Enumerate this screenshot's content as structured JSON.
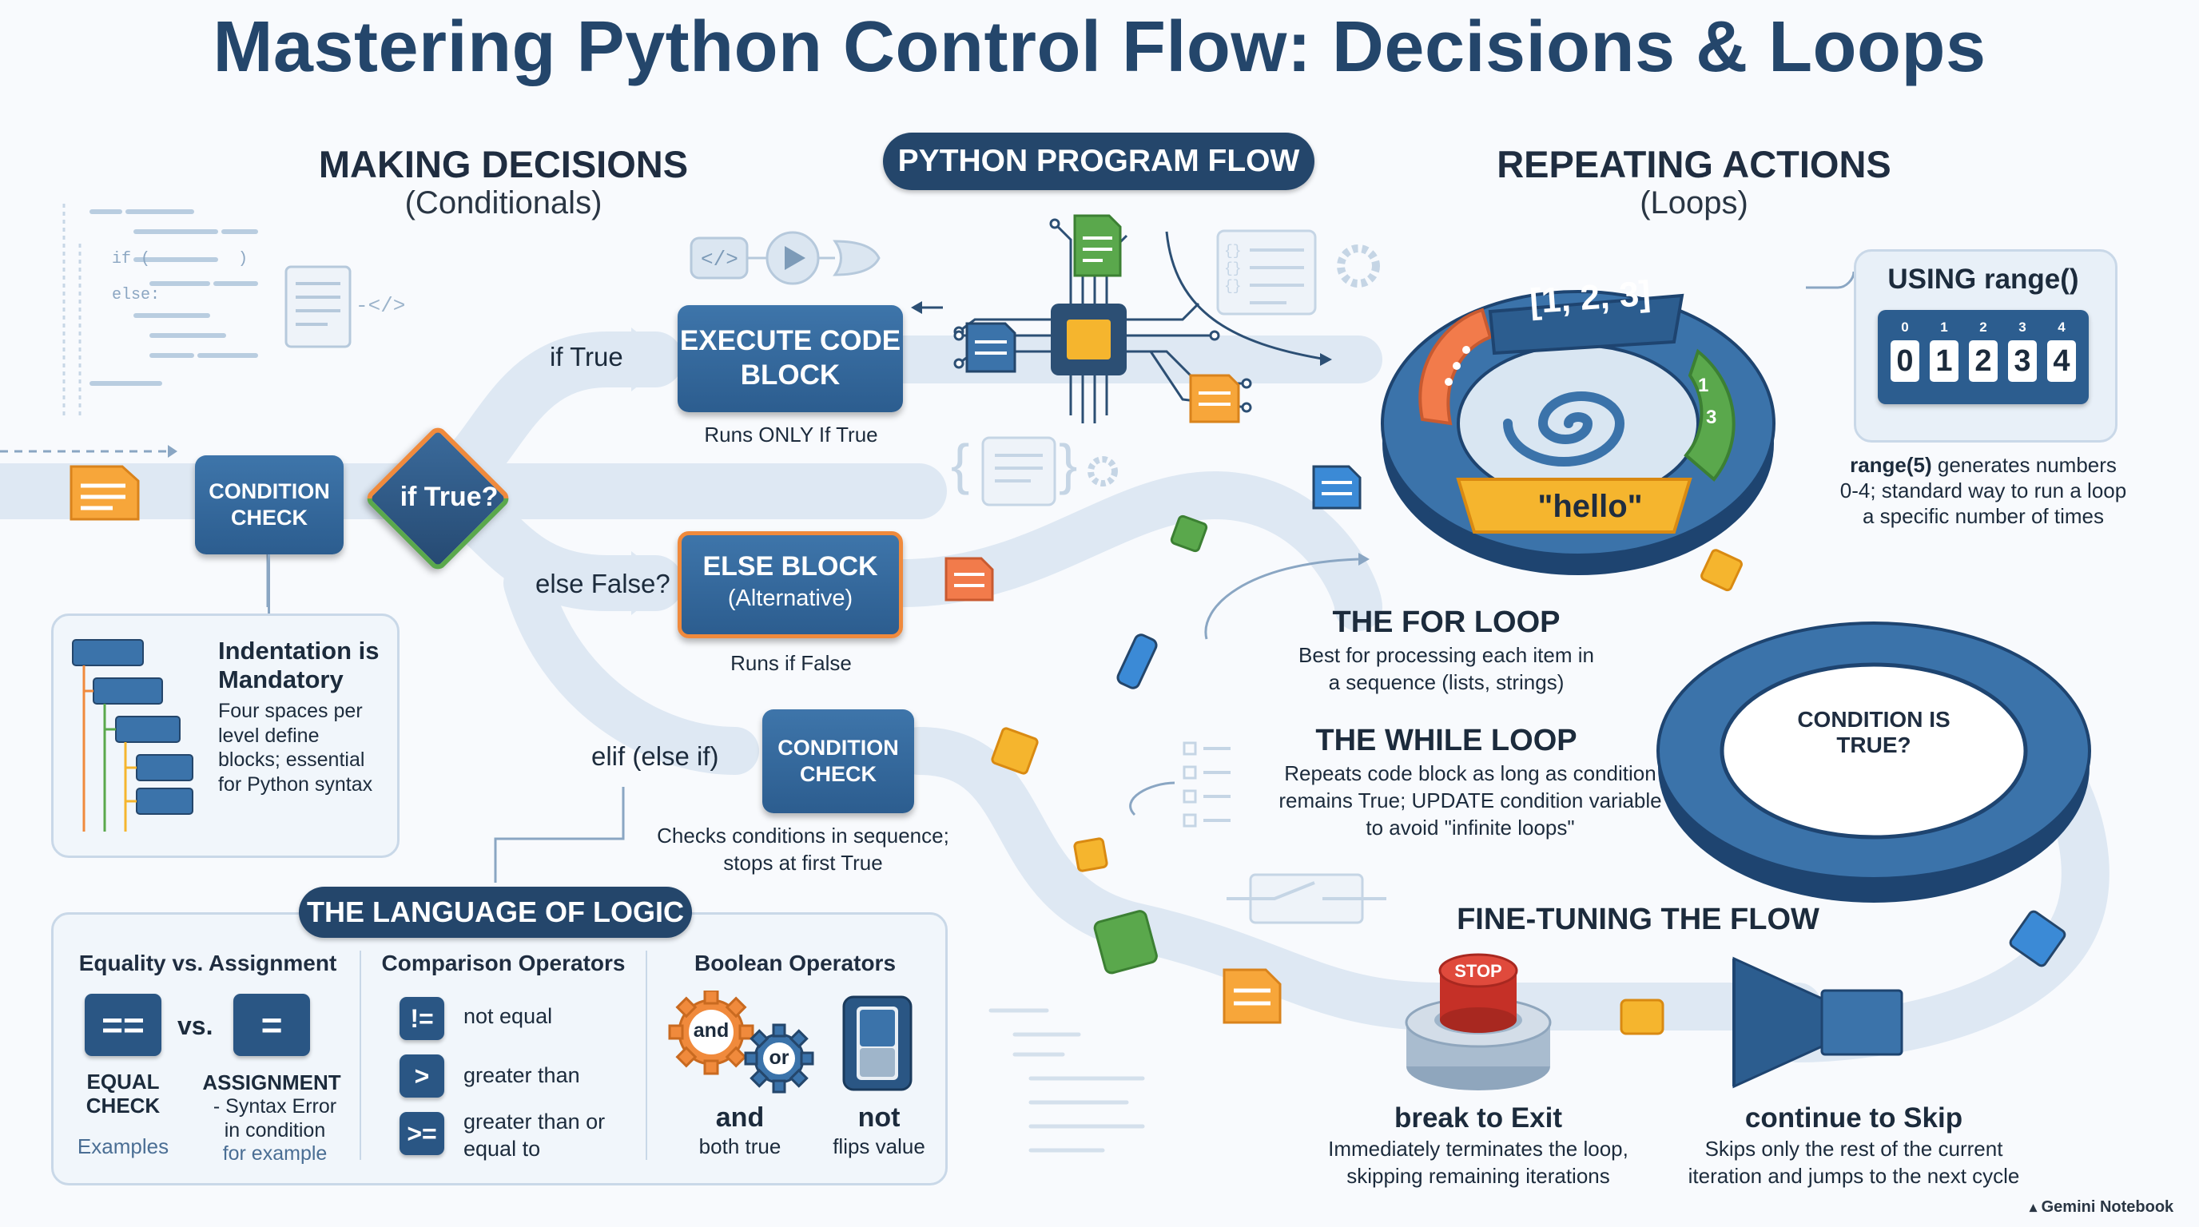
{
  "title": "Mastering Python Control Flow: Decisions & Loops",
  "decisions": {
    "heading": "MAKING DECISIONS",
    "sub": "(Conditionals)"
  },
  "flow_pill": "PYTHON PROGRAM FLOW",
  "repeating": {
    "heading": "REPEATING ACTIONS",
    "sub": "(Loops)"
  },
  "condition_check": "CONDITION CHECK",
  "if_true_diamond": "if True?",
  "if_true_label": "if True",
  "execute_block": {
    "label": "EXECUTE CODE BLOCK",
    "note": "Runs ONLY If True"
  },
  "else_label": "else False?",
  "else_block": {
    "label": "ELSE BLOCK",
    "sub": "(Alternative)",
    "note": "Runs if False"
  },
  "elif_label": "elif (else if)",
  "elif_check": {
    "label": "CONDITION CHECK",
    "note": "Checks conditions in sequence; stops at first True"
  },
  "indentation": {
    "title": "Indentation is Mandatory",
    "body": "Four spaces per level define blocks; essential for Python syntax"
  },
  "code_snippet": {
    "kw_if": "if (",
    "kw_if_close": ")",
    "kw_else": "else:"
  },
  "logic": {
    "pill": "THE LANGUAGE OF LOGIC",
    "equality": {
      "heading": "Equality vs. Assignment",
      "eq_symbol": "==",
      "vs": "vs.",
      "assign_symbol": "=",
      "eq_label": "EQUAL CHECK",
      "assign_label": "ASSIGNMENT",
      "assign_note": "- Syntax Error in condition",
      "examples": "Examples",
      "for_example": "for example"
    },
    "comparison": {
      "heading": "Comparison Operators",
      "items": [
        {
          "symbol": "!=",
          "label": "not equal"
        },
        {
          "symbol": ">",
          "label": "greater than"
        },
        {
          "symbol": ">=",
          "label": "greater than or equal to"
        }
      ]
    },
    "boolean": {
      "heading": "Boolean Operators",
      "gear_and": "and",
      "gear_or": "or",
      "and_label": "and",
      "and_note": "both true",
      "not_label": "not",
      "not_note": "flips value"
    }
  },
  "for_loop": {
    "list_label": "[1, 2, 3]",
    "string_label": "\"hello\"",
    "title": "THE FOR LOOP",
    "body": "Best for processing each item in a sequence (lists, strings)"
  },
  "while_loop": {
    "ring_label": "CONDITION IS TRUE?",
    "title": "THE WHILE LOOP",
    "body": "Repeats code block as long as condition remains True; UPDATE condition variable to avoid \"infinite loops\""
  },
  "range_panel": {
    "title": "USING range()",
    "indices": [
      "0",
      "1",
      "2",
      "3",
      "4"
    ],
    "digits": [
      "0",
      "1",
      "2",
      "3",
      "4"
    ],
    "note_bold": "range(5)",
    "note": "generates numbers 0-4; standard way to run a loop a specific number of times"
  },
  "fine_tuning": {
    "heading": "FINE-TUNING THE FLOW",
    "stop_text": "STOP",
    "break_title": "break to Exit",
    "break_note": "Immediately terminates the loop, skipping remaining iterations",
    "continue_title": "continue to Skip",
    "continue_note": "Skips only the rest of the current iteration and jumps to the next cycle"
  },
  "watermark": "Gemini Notebook",
  "icons": [
    "code-icon",
    "play-icon",
    "logic-gate-icon",
    "chip-icon",
    "document-icon",
    "gear-icon",
    "stop-button-icon",
    "funnel-skip-icon",
    "toggle-switch-icon"
  ],
  "colors": {
    "navy": "#24466b",
    "blue": "#2c5d8f",
    "orange": "#f08a3c",
    "green": "#5aa84c",
    "yellow": "#f5b52e",
    "panel": "#e8f0f8",
    "road": "#dde7f2"
  }
}
